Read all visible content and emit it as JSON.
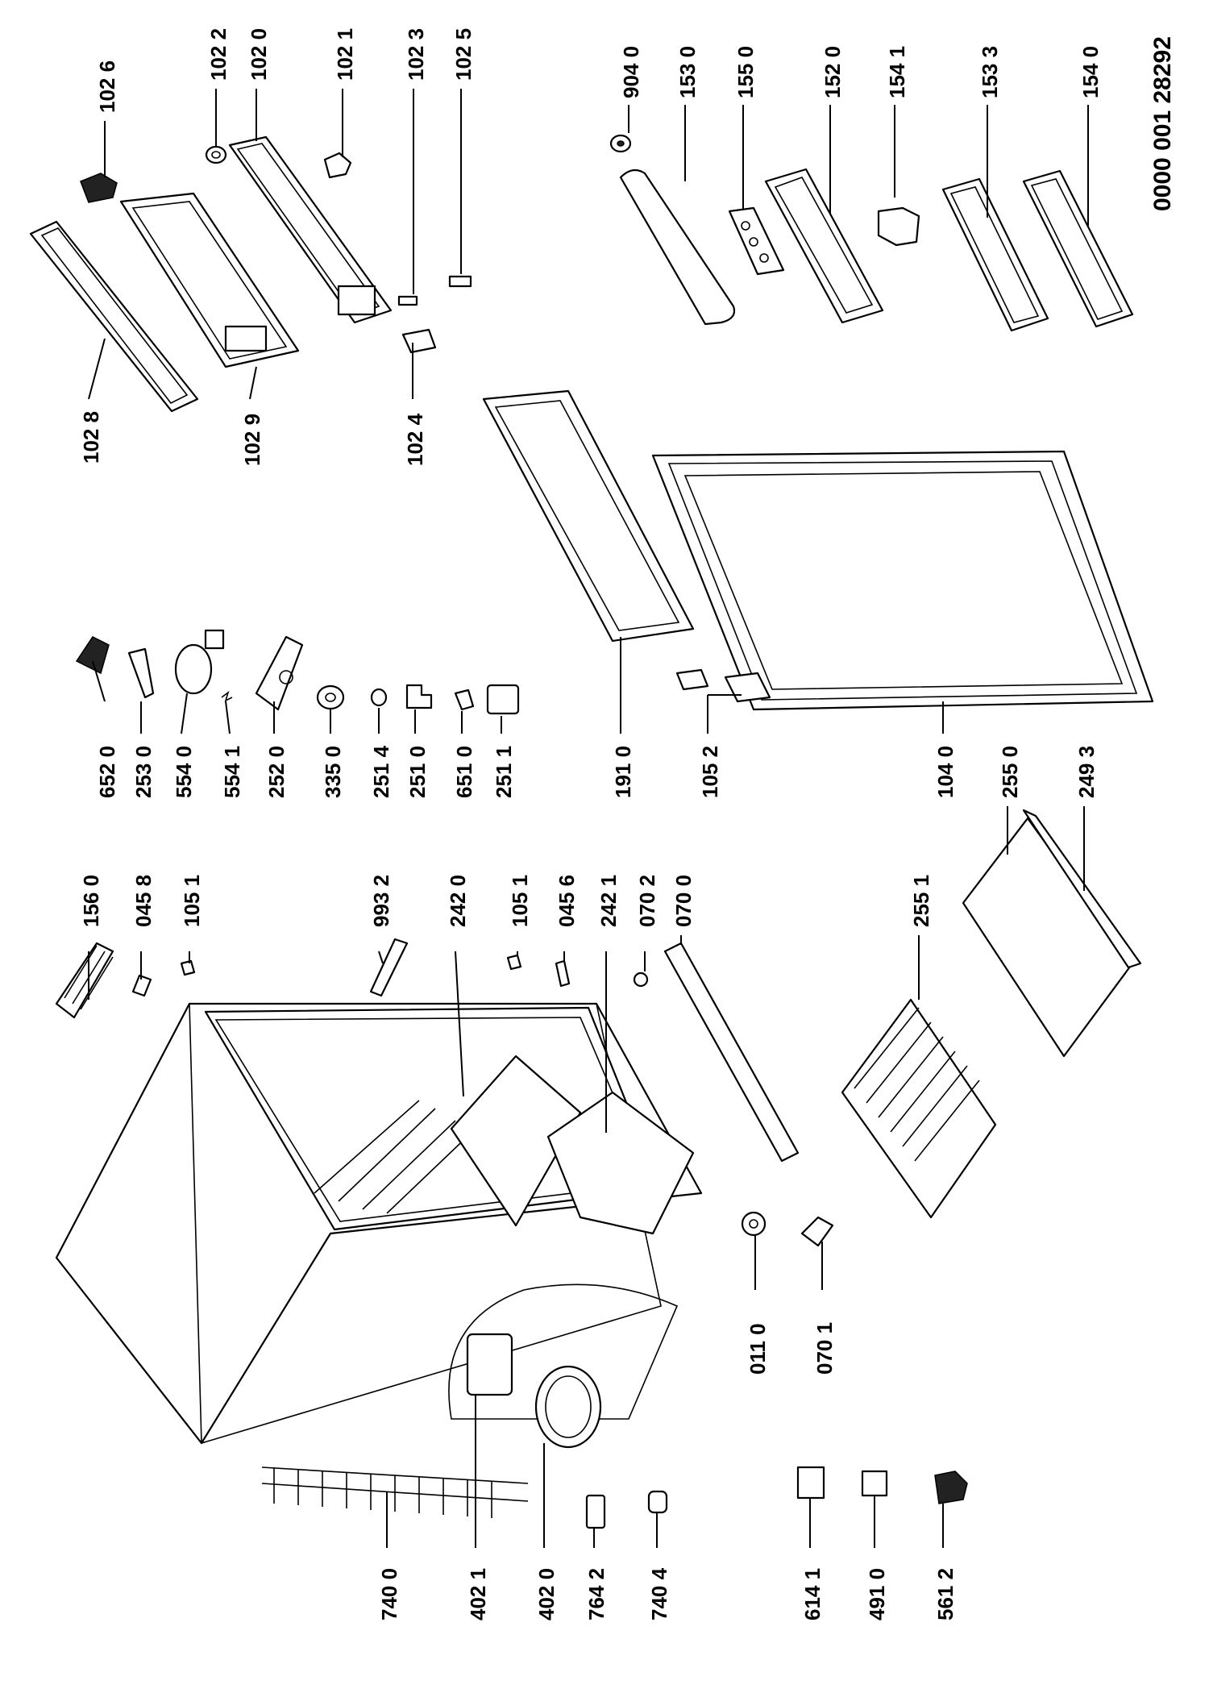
{
  "document_number": "0000 001 28292",
  "labels": {
    "l1026": "102 6",
    "l1022": "102 2",
    "l1020": "102 0",
    "l1021": "102 1",
    "l1023": "102 3",
    "l1025": "102 5",
    "l1028": "102 8",
    "l1029": "102 9",
    "l1024": "102 4",
    "l9040": "904 0",
    "l1530": "153 0",
    "l1550": "155 0",
    "l1520": "152 0",
    "l1541": "154 1",
    "l1533": "153 3",
    "l1540": "154 0",
    "l6520": "652 0",
    "l2530": "253 0",
    "l5540": "554 0",
    "l5541": "554 1",
    "l2520": "252 0",
    "l3350": "335 0",
    "l2514": "251 4",
    "l2510": "251 0",
    "l6510": "651 0",
    "l2511": "251 1",
    "l1910": "191 0",
    "l1052": "105 2",
    "l1040": "104 0",
    "l2550": "255 0",
    "l2493": "249 3",
    "l1560": "156 0",
    "l0458": "045 8",
    "l1051a": "105 1",
    "l9932": "993 2",
    "l2420": "242 0",
    "l1051b": "105 1",
    "l0456": "045 6",
    "l2421": "242 1",
    "l0702": "070 2",
    "l0700": "070 0",
    "l2551": "255 1",
    "l0110": "011 0",
    "l0701": "070 1",
    "l7400": "740 0",
    "l4021": "402 1",
    "l4020": "402 0",
    "l7642": "764 2",
    "l7404": "740 4",
    "l6141": "614 1",
    "l4910": "491 0",
    "l5612": "561 2"
  }
}
